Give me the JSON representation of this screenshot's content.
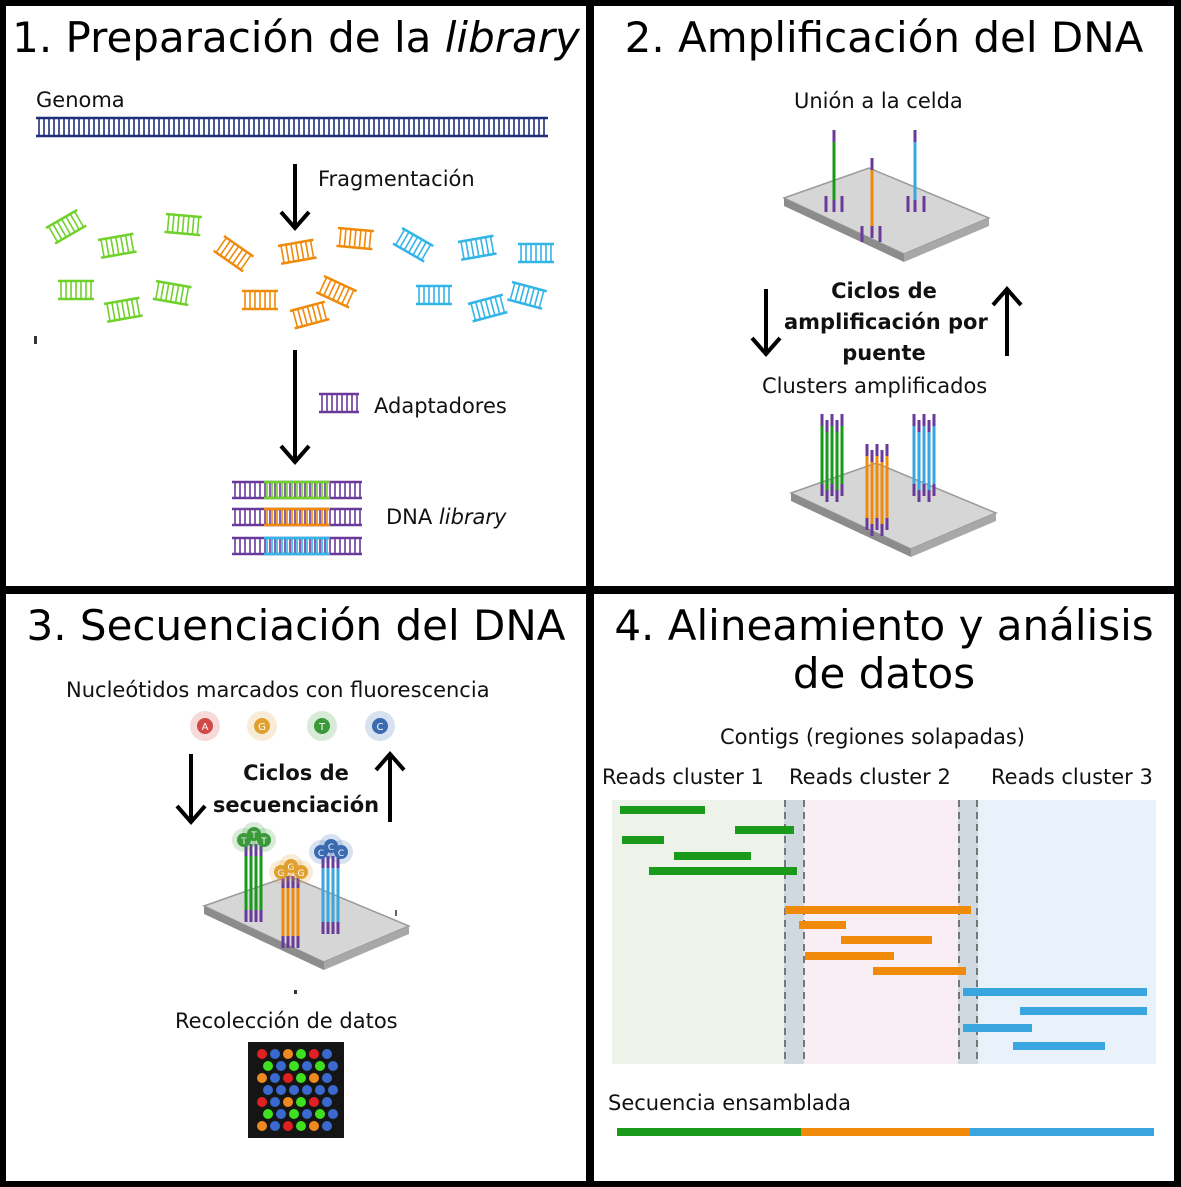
{
  "panels": {
    "p1": {
      "title_prefix": "1. Preparación de la ",
      "title_em": "library",
      "genome": "Genoma",
      "fragmentation": "Fragmentación",
      "adapters": "Adaptadores",
      "library_prefix": "DNA ",
      "library_em": "library"
    },
    "p2": {
      "title": "2. Amplificación del DNA",
      "binding": "Unión a la celda",
      "cycles": "Ciclos de amplificación por puente",
      "cycles_l1": "Ciclos de",
      "cycles_l2": "amplificación por",
      "cycles_l3": "puente",
      "clusters": "Clusters amplificados"
    },
    "p3": {
      "title": "3. Secuenciación del DNA",
      "nucleotides": "Nucleótidos marcados con fluorescencia",
      "bases": [
        "A",
        "G",
        "T",
        "C"
      ],
      "cycles_l1": "Ciclos de",
      "cycles_l2": "secuenciación",
      "collection": "Recolección de datos"
    },
    "p4": {
      "title_l1": "4. Alineamiento y análisis",
      "title_l2": "de datos",
      "contigs": "Contigs (regiones solapadas)",
      "clusters": [
        "Reads cluster 1",
        "Reads cluster 2",
        "Reads cluster 3"
      ],
      "assembled": "Secuencia ensamblada"
    }
  },
  "colors": {
    "green": "#1a9a1a",
    "orange": "#f08a0a",
    "blue": "#3aa6e0",
    "purple": "#6a3a9a",
    "navy": "#1f2f7a",
    "lightgreen": "#6fd12a",
    "cyan": "#33b5e5"
  }
}
